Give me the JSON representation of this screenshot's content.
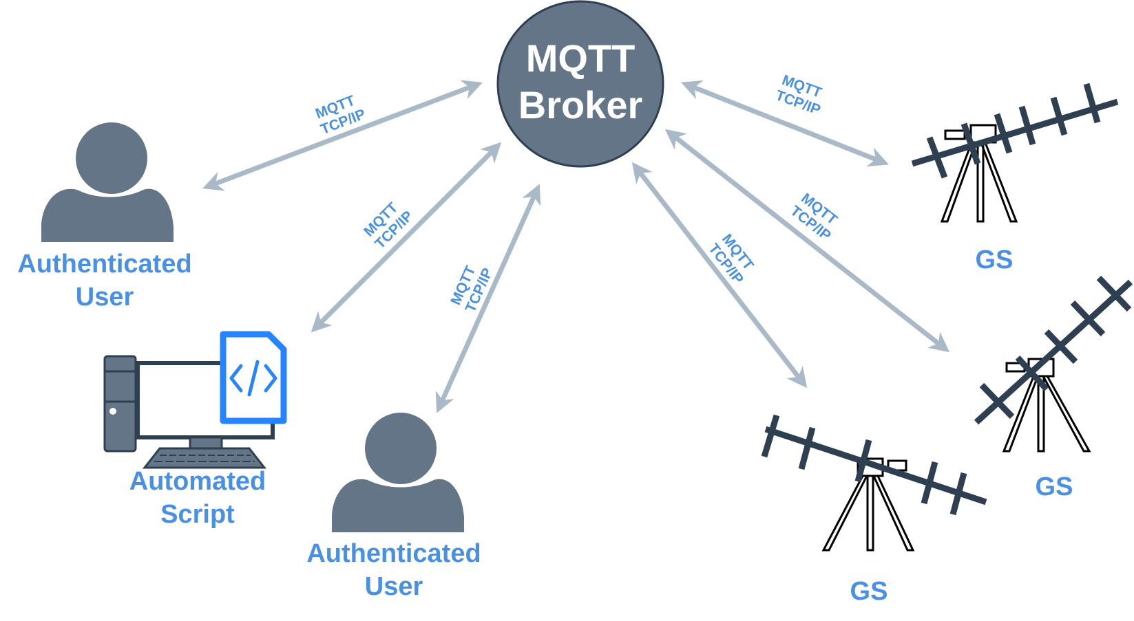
{
  "broker": {
    "line1": "MQTT",
    "line2": "Broker"
  },
  "nodes": {
    "user_top": {
      "line1": "Authenticated",
      "line2": "User"
    },
    "script": {
      "line1": "Automated",
      "line2": "Script"
    },
    "user_bottom": {
      "line1": "Authenticated",
      "line2": "User"
    },
    "gs_top": {
      "label": "GS"
    },
    "gs_right": {
      "label": "GS"
    },
    "gs_bottom": {
      "label": "GS"
    }
  },
  "edges": [
    {
      "from": "broker",
      "to": "user_top",
      "line1": "MQTT",
      "line2": "TCP/IP"
    },
    {
      "from": "broker",
      "to": "script",
      "line1": "MQTT",
      "line2": "TCP/IP"
    },
    {
      "from": "broker",
      "to": "user_bottom",
      "line1": "MQTT",
      "line2": "TCP/IP"
    },
    {
      "from": "broker",
      "to": "gs_top",
      "line1": "MQTT",
      "line2": "TCP/IP"
    },
    {
      "from": "broker",
      "to": "gs_right",
      "line1": "MQTT",
      "line2": "TCP/IP"
    },
    {
      "from": "broker",
      "to": "gs_bottom",
      "line1": "MQTT",
      "line2": "TCP/IP"
    }
  ],
  "colors": {
    "label_blue": "#4a90e2",
    "arrow_gray": "#a9b9c8",
    "broker_fill": "#637587",
    "person_fill": "#637587",
    "antenna_dark": "#2e3f52"
  }
}
